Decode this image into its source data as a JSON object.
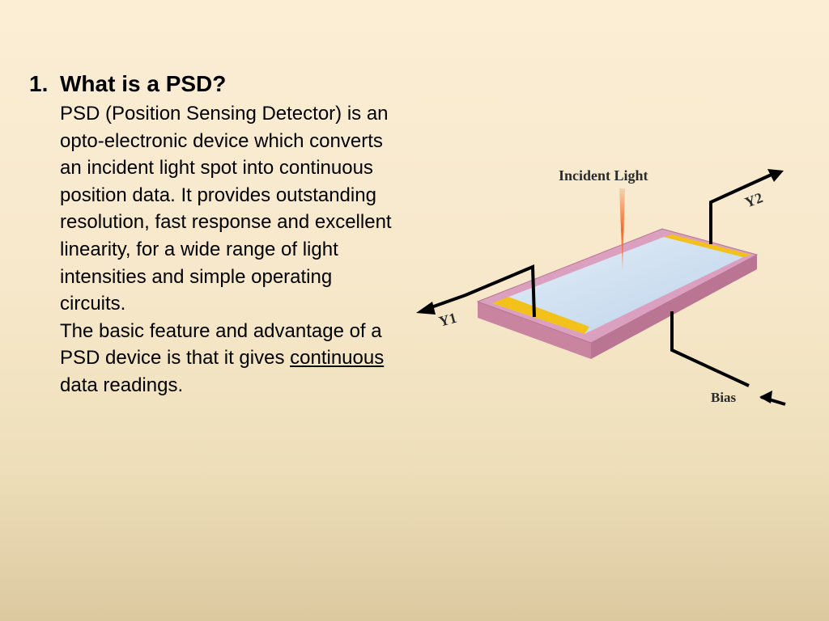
{
  "heading": {
    "number": "1.",
    "title": "What is a PSD?"
  },
  "body": {
    "paragraph1": "PSD (Position Sensing Detector) is an opto-electronic device which converts an incident light spot into continuous position data. It provides outstanding resolution, fast response and excellent linearity, for a wide range of light intensities and simple operating circuits.",
    "paragraph2_before": "The basic feature and advantage of a PSD device is that it gives ",
    "paragraph2_emphasis": "continuous",
    "paragraph2_after": " data readings."
  },
  "diagram": {
    "label_incident_light": "Incident Light",
    "label_y1": "Y1",
    "label_y2": "Y2",
    "label_bias": "Bias",
    "colors": {
      "frame": "#dba0bf",
      "frame_side": "#c9849f",
      "sensor": "#cfe1f3",
      "electrode": "#f2c21b",
      "beam": "#f26c2c",
      "wire": "#000000"
    }
  }
}
